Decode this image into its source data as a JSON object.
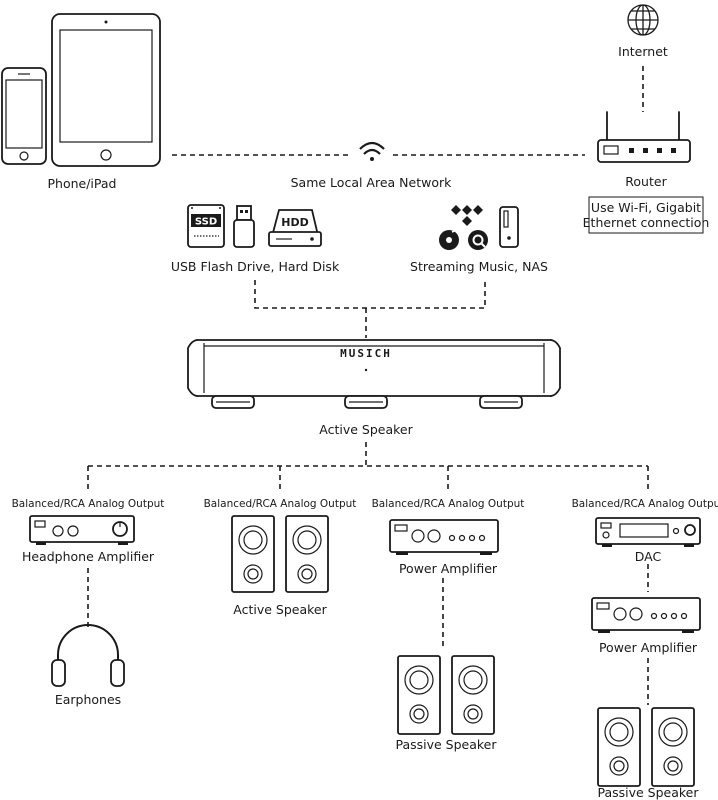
{
  "labels": {
    "phone_ipad": "Phone/iPad",
    "same_lan": "Same Local Area Network",
    "internet": "Internet",
    "router": "Router",
    "router_note_line1": "Use Wi-Fi, Gigabit",
    "router_note_line2": "Ethernet connection",
    "usb_hdd": "USB Flash Drive, Hard Disk",
    "streaming_nas": "Streaming Music, NAS",
    "ssd_text": "SSD",
    "hdd_text": "HDD",
    "device_brand": "MUSICH",
    "main_device": "Active Speaker"
  },
  "outputs": [
    {
      "header": "Balanced/RCA Analog Output",
      "chain": [
        "Headphone Amplifier",
        "Earphones"
      ]
    },
    {
      "header": "Balanced/RCA Analog Output",
      "chain": [
        "Active Speaker"
      ]
    },
    {
      "header": "Balanced/RCA Analog Output",
      "chain": [
        "Power Amplifier",
        "Passive Speaker"
      ]
    },
    {
      "header": "Balanced/RCA Analog Output",
      "chain": [
        "DAC",
        "Power Amplifier",
        "Passive Speaker"
      ]
    }
  ]
}
